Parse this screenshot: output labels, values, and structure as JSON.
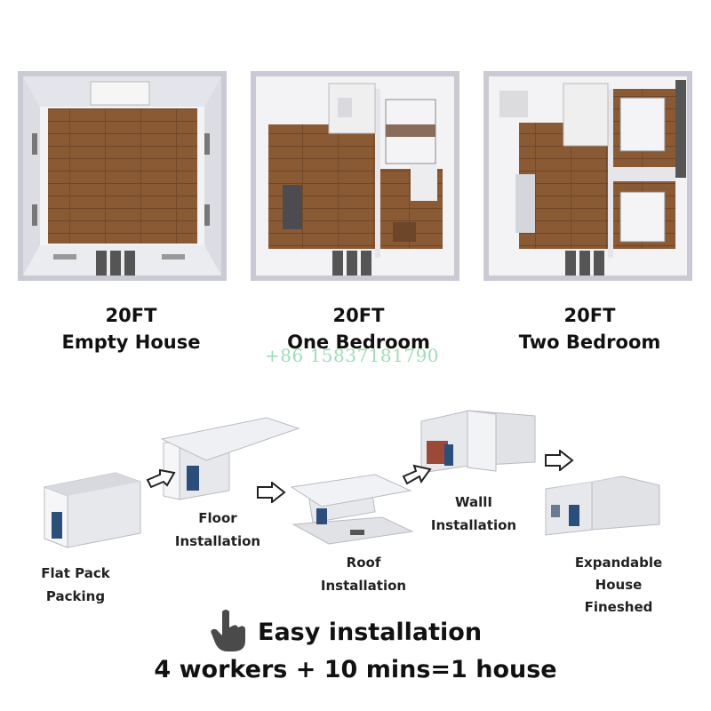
{
  "floor_plans": [
    {
      "size": "20FT",
      "name": "Empty House"
    },
    {
      "size": "20FT",
      "name": "One Bedroom"
    },
    {
      "size": "20FT",
      "name": "Two Bedroom"
    }
  ],
  "watermark": "+86 15837181790",
  "steps": [
    {
      "line1": "Flat Pack",
      "line2": "Packing"
    },
    {
      "line1": "Floor",
      "line2": "Installation"
    },
    {
      "line1": "Roof",
      "line2": "Installation"
    },
    {
      "line1": "WallI",
      "line2": "Installation"
    },
    {
      "line1": "Expandable",
      "line2": "House",
      "line3": "Fineshed"
    }
  ],
  "footer": {
    "headline": "Easy installation",
    "subline": "4 workers + 10 mins=1 house"
  },
  "colors": {
    "wood": "#8a5a34",
    "wall": "#e9eaee",
    "frame": "#c9cad3",
    "watermark": "#8fd6a8"
  },
  "icons": [
    "hand-pointer-icon",
    "outline-arrow-icon"
  ]
}
